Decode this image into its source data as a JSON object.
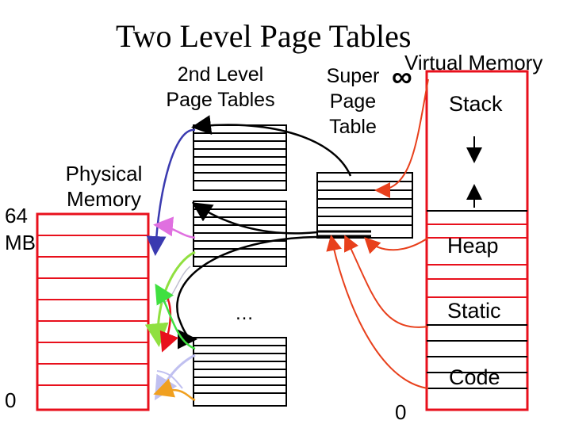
{
  "title": "Two Level Page Tables",
  "labels": {
    "second_level": [
      "2nd Level",
      "Page Tables"
    ],
    "super_page": [
      "Super",
      "Page",
      "Table"
    ],
    "infinity": "∞",
    "virtual_memory": "Virtual Memory",
    "physical_memory": [
      "Physical",
      "Memory"
    ],
    "phys_top": [
      "64",
      "MB"
    ],
    "phys_bottom": "0",
    "virt_bottom": "0",
    "ellipsis": "…",
    "regions": {
      "stack": "Stack",
      "heap": "Heap",
      "static": "Static",
      "code": "Code"
    }
  },
  "colors": {
    "frame_border": "#e8101c",
    "table_lines": "#000000",
    "arrow_black": "#000000",
    "arrow_red": "#e8401c",
    "physical_link_colors": [
      "#3a3ab0",
      "#e070e0",
      "#90e040",
      "#e8101c",
      "#40e040",
      "#c0c0f0",
      "#f0a020"
    ]
  }
}
